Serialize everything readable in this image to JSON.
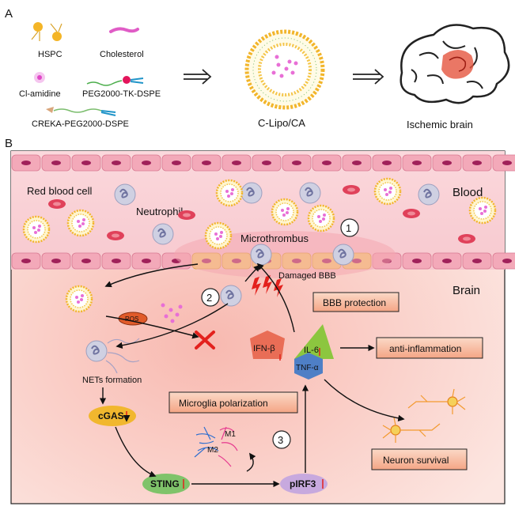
{
  "panel_a": {
    "label": "A",
    "components": {
      "hspc": "HSPC",
      "cholesterol": "Cholesterol",
      "cl_amidine": "Cl-amidine",
      "peg_tk_dspe": "PEG2000-TK-DSPE",
      "creka_peg_dspe": "CREKA-PEG2000-DSPE"
    },
    "nanoparticle_label": "C-Lipo/CA",
    "brain_label": "Ischemic brain"
  },
  "panel_b": {
    "label": "B",
    "blood": "Blood",
    "brain": "Brain",
    "red_blood_cell": "Red blood cell",
    "neutrophil": "Neutrophil",
    "microthrombus": "Microthrombus",
    "damaged_bbb": "Damaged BBB",
    "ros": "ROS",
    "step1": "1",
    "step2": "2",
    "step3": "3",
    "nets_formation": "NETs formation",
    "cgas": "cGAS",
    "sting": "STING",
    "pirf3": "pIRF3",
    "m1": "M1",
    "m2": "M2",
    "ifn_beta": "IFN-β",
    "il6": "IL-6",
    "tnf_alpha": "TNF-α",
    "bbb_protection": "BBB protection",
    "anti_inflammation": "anti-inflammation",
    "microglia_polarization": "Microglia polarization",
    "neuron_survival": "Neuron survival"
  },
  "colors": {
    "vessel": "#f6c6cc",
    "endothelium": "#e88aa0",
    "brain_bg": "#fbe0da",
    "label_box": "#f6b59b",
    "cgas": "#f1b72e",
    "sting": "#7fc36a",
    "pirf3": "#c7a9de",
    "ifn": "#e96d56",
    "il6": "#8cc63f",
    "tnf": "#4e7fc6"
  }
}
